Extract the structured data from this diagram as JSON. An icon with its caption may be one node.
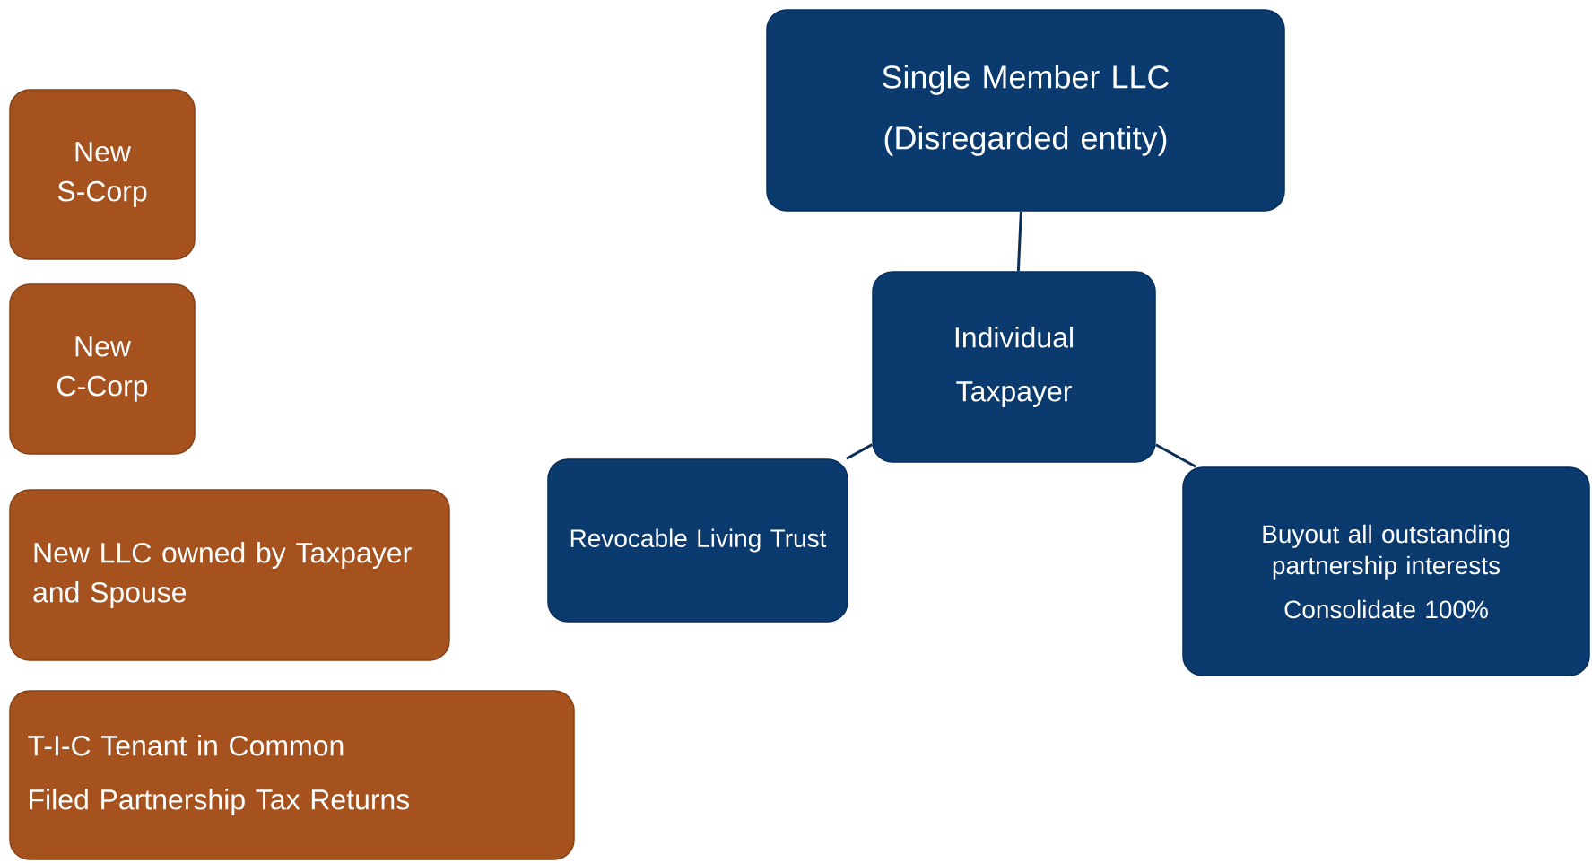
{
  "diagram": {
    "nodes": [
      {
        "text": [
          "Single Member LLC (Disregarded entity)"
        ]
      },
      {
        "text": [
          "Individual Taxpayer"
        ]
      },
      {
        "text": [
          "Revocable Living Trust"
        ]
      },
      {
        "text": [
          "Buyout all outstanding partnership interests",
          "Consolidate 100%"
        ]
      },
      {
        "text": [
          "New S-Corp"
        ]
      },
      {
        "text": [
          "New C-Corp"
        ]
      },
      {
        "text": [
          "New LLC owned by Taxpayer and Spouse"
        ]
      },
      {
        "text": [
          "T-I-C Tenant in Common",
          "Filed Partnership Tax Returns"
        ]
      }
    ],
    "edges": [
      {
        "from": 0,
        "to": 1,
        "arrow": "none"
      },
      {
        "from": 1,
        "to": 2,
        "arrow": "none"
      },
      {
        "from": 1,
        "to": 3,
        "arrow": "none"
      }
    ]
  }
}
